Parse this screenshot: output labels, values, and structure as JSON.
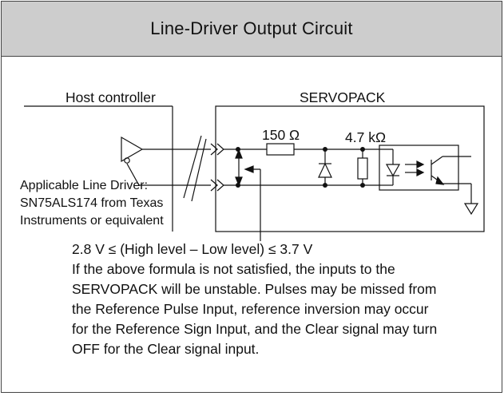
{
  "title": "Line-Driver Output Circuit",
  "labels": {
    "host_controller": "Host controller",
    "servopack": "SERVOPACK",
    "resistor_value": "150 Ω",
    "resistor2_value": "4.7 kΩ",
    "line_driver_note": [
      "Applicable Line Driver:",
      "SN75ALS174 from Texas",
      "Instruments or equivalent"
    ]
  },
  "note": {
    "formula": "2.8 V ≤ (High level – Low level) ≤ 3.7 V",
    "lines": [
      "If the above formula is not satisfied, the inputs to the",
      "SERVOPACK will be unstable. Pulses may be missed from",
      "the Reference Pulse Input, reference inversion may occur",
      "for the Reference Sign Input, and the Clear signal may turn",
      "OFF for the Clear signal input."
    ]
  }
}
